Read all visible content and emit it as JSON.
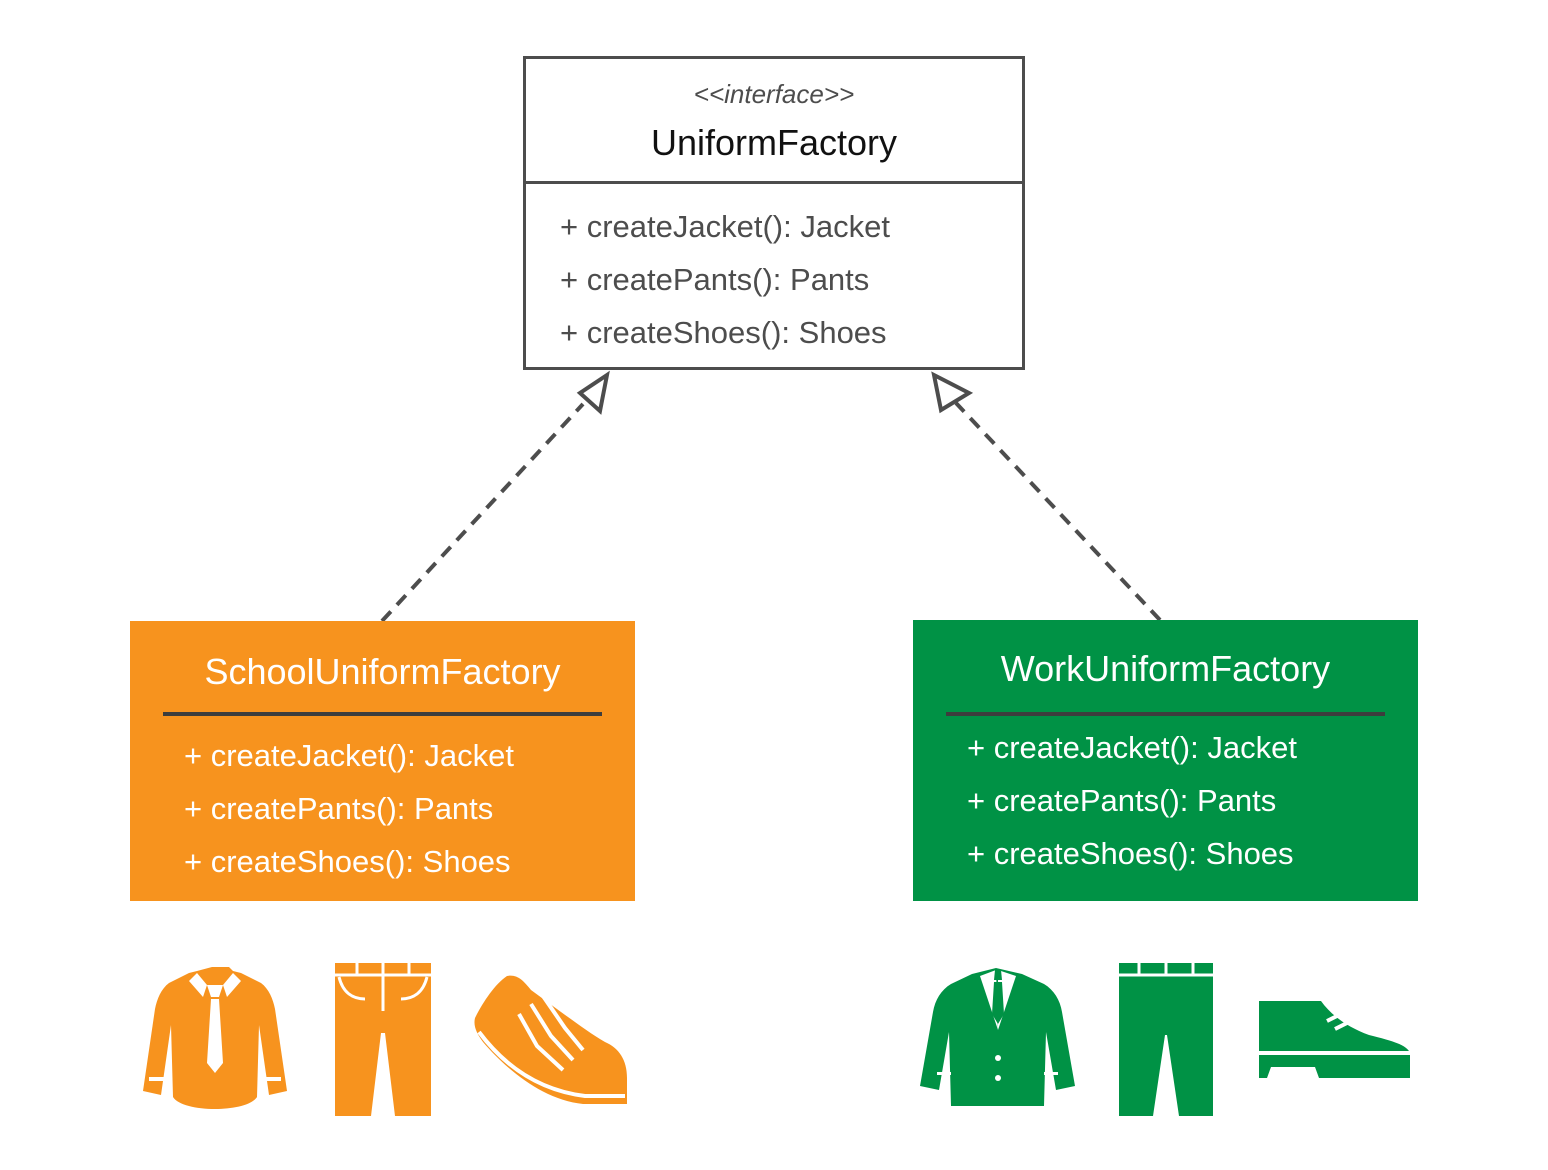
{
  "interface": {
    "stereotype": "<<interface>>",
    "name": "UniformFactory",
    "methods": [
      "+ createJacket(): Jacket",
      "+ createPants(): Pants",
      "+ createShoes(): Shoes"
    ]
  },
  "school": {
    "name": "SchoolUniformFactory",
    "methods": [
      "+ createJacket(): Jacket",
      "+ createPants(): Pants",
      "+ createShoes(): Shoes"
    ],
    "color": "#f7931e",
    "icons": [
      "shirt-with-tie-icon",
      "pants-icon",
      "sneaker-icon"
    ]
  },
  "work": {
    "name": "WorkUniformFactory",
    "methods": [
      "+ createJacket(): Jacket",
      "+ createPants(): Pants",
      "+ createShoes(): Shoes"
    ],
    "color": "#009245",
    "icons": [
      "suit-jacket-icon",
      "pants-icon",
      "dress-shoe-icon"
    ]
  },
  "relations": [
    {
      "from": "SchoolUniformFactory",
      "to": "UniformFactory",
      "type": "realization"
    },
    {
      "from": "WorkUniformFactory",
      "to": "UniformFactory",
      "type": "realization"
    }
  ],
  "colors": {
    "line": "#4d4d4d",
    "rule": "#3d3d3d"
  }
}
